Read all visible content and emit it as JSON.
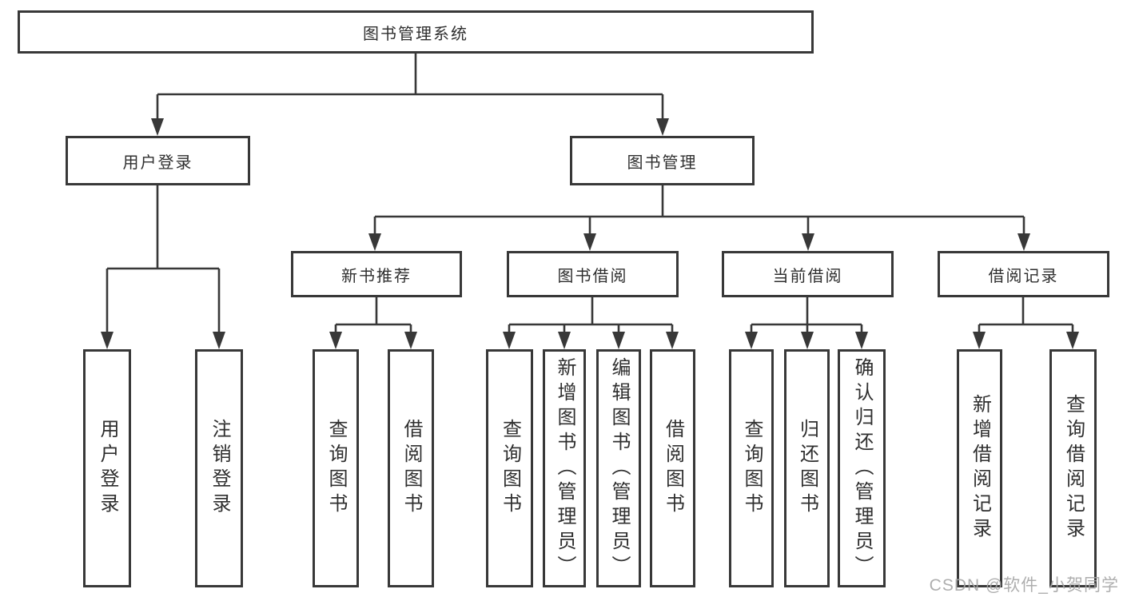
{
  "tree": {
    "label": "图书管理系统",
    "children": [
      {
        "label": "用户登录",
        "children": [
          {
            "label": "用户登录"
          },
          {
            "label": "注销登录"
          }
        ]
      },
      {
        "label": "图书管理",
        "children": [
          {
            "label": "新书推荐",
            "children": [
              {
                "label": "查询图书"
              },
              {
                "label": "借阅图书"
              }
            ]
          },
          {
            "label": "图书借阅",
            "children": [
              {
                "label": "查询图书"
              },
              {
                "label": "新增图书（管理员）"
              },
              {
                "label": "编辑图书（管理员）"
              },
              {
                "label": "借阅图书"
              }
            ]
          },
          {
            "label": "当前借阅",
            "children": [
              {
                "label": "查询图书"
              },
              {
                "label": "归还图书"
              },
              {
                "label": "确认归还（管理员）"
              }
            ]
          },
          {
            "label": "借阅记录",
            "children": [
              {
                "label": "新增借阅记录"
              },
              {
                "label": "查询借阅记录"
              }
            ]
          }
        ]
      }
    ]
  },
  "watermark": "CSDN @软件_小贺同学",
  "colors": {
    "line": "#383838",
    "text": "#2f2f2f",
    "background": "#ffffff",
    "watermark": "#a6a6a6"
  }
}
